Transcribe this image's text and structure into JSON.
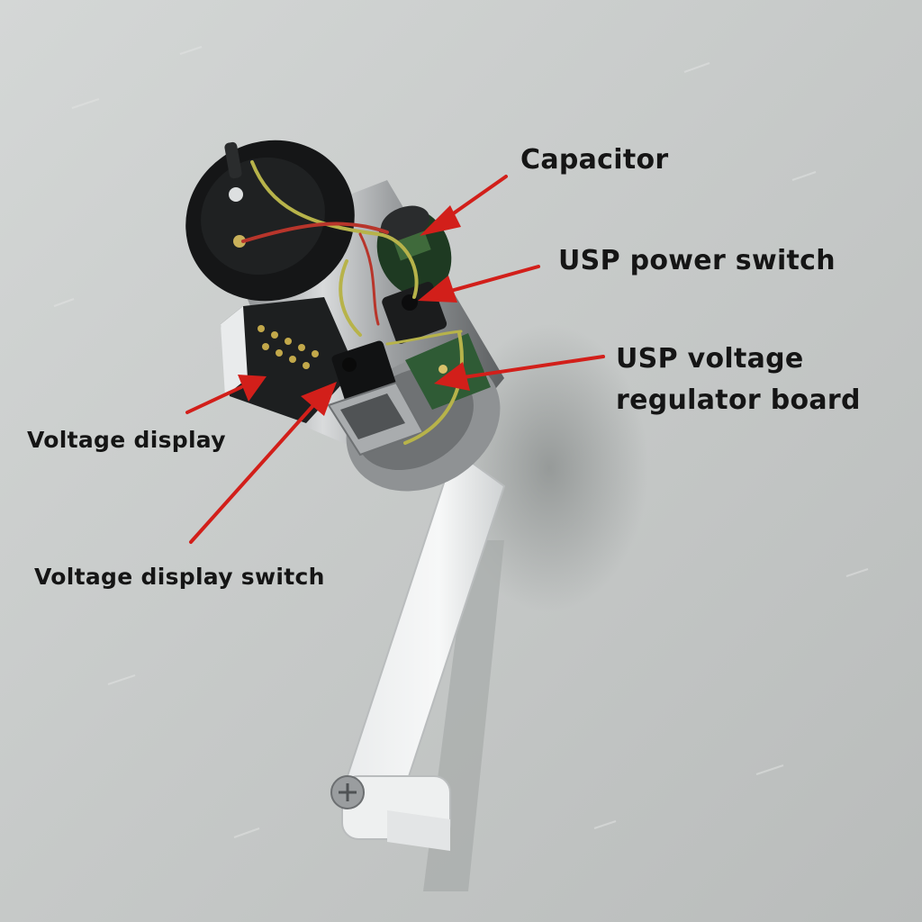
{
  "image": {
    "subject": "hand-crank generator",
    "background_color": "#c9cccb",
    "arrow_color": "#d21f1a"
  },
  "labels": {
    "capacitor": "Capacitor",
    "usb_power_switch": "USP power switch",
    "usb_regulator_line1": "USP voltage",
    "usb_regulator_line2": "regulator board",
    "voltage_display": "Voltage display",
    "voltage_display_switch": "Voltage display switch"
  }
}
